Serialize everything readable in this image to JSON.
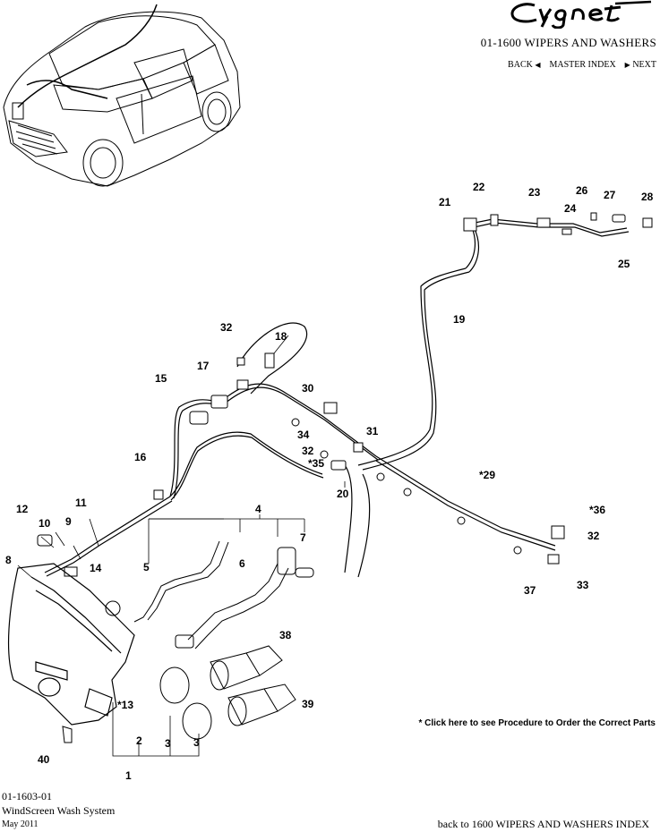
{
  "header": {
    "brand": "Cygnet",
    "title": "01-1600 WIPERS AND WASHERS",
    "back_label": "BACK",
    "master_index_label": "MASTER INDEX",
    "next_label": "NEXT"
  },
  "note": "* Click here to see Procedure to Order the Correct Parts",
  "footer": {
    "code": "01-1603-01",
    "name": "WindScreen Wash System",
    "date": "May 2011",
    "back_link": "back to 1600 WIPERS AND WASHERS INDEX"
  },
  "callouts": {
    "c1": "1",
    "c2": "2",
    "c3a": "3",
    "c3b": "3",
    "c4": "4",
    "c5": "5",
    "c6": "6",
    "c7": "7",
    "c8": "8",
    "c9": "9",
    "c10": "10",
    "c11": "11",
    "c12": "12",
    "c13": "*13",
    "c14": "14",
    "c15": "15",
    "c16": "16",
    "c17": "17",
    "c18": "18",
    "c19": "19",
    "c20": "20",
    "c21": "21",
    "c22": "22",
    "c23": "23",
    "c24": "24",
    "c25": "25",
    "c26": "26",
    "c27": "27",
    "c28": "28",
    "c29": "*29",
    "c30": "30",
    "c31": "31",
    "c32a": "32",
    "c32b": "32",
    "c32c": "32",
    "c33": "33",
    "c34": "34",
    "c35": "*35",
    "c36": "*36",
    "c37": "37",
    "c38": "38",
    "c39": "39",
    "c40": "40"
  }
}
